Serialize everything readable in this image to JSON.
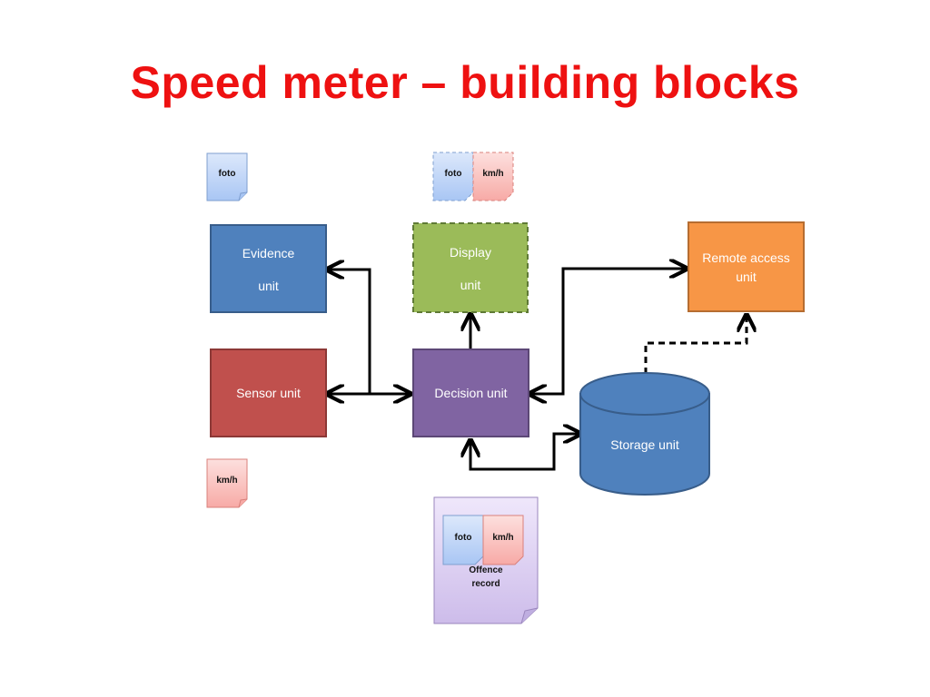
{
  "title": "Speed meter – building blocks",
  "colors": {
    "title": "#ee1111",
    "evidence": "#4f81bd",
    "sensor": "#c0504d",
    "display": "#9bbb59",
    "decision": "#8064a2",
    "remote": "#f79646",
    "storage": "#4f81bd",
    "record": "#d9ccf0"
  },
  "blocks": {
    "evidence": {
      "line1": "Evidence",
      "line2": "unit"
    },
    "display": {
      "line1": "Display",
      "line2": "unit"
    },
    "remote": {
      "line1": "Remote access",
      "line2": "unit"
    },
    "sensor": {
      "label": "Sensor unit"
    },
    "decision": {
      "label": "Decision unit"
    },
    "storage": {
      "label": "Storage unit"
    }
  },
  "docs": {
    "evidence_foto": "foto",
    "display_foto": "foto",
    "display_kmh": "km/h",
    "sensor_kmh": "km/h",
    "record_foto": "foto",
    "record_kmh": "km/h"
  },
  "record": {
    "line1": "Offence",
    "line2": "record"
  }
}
